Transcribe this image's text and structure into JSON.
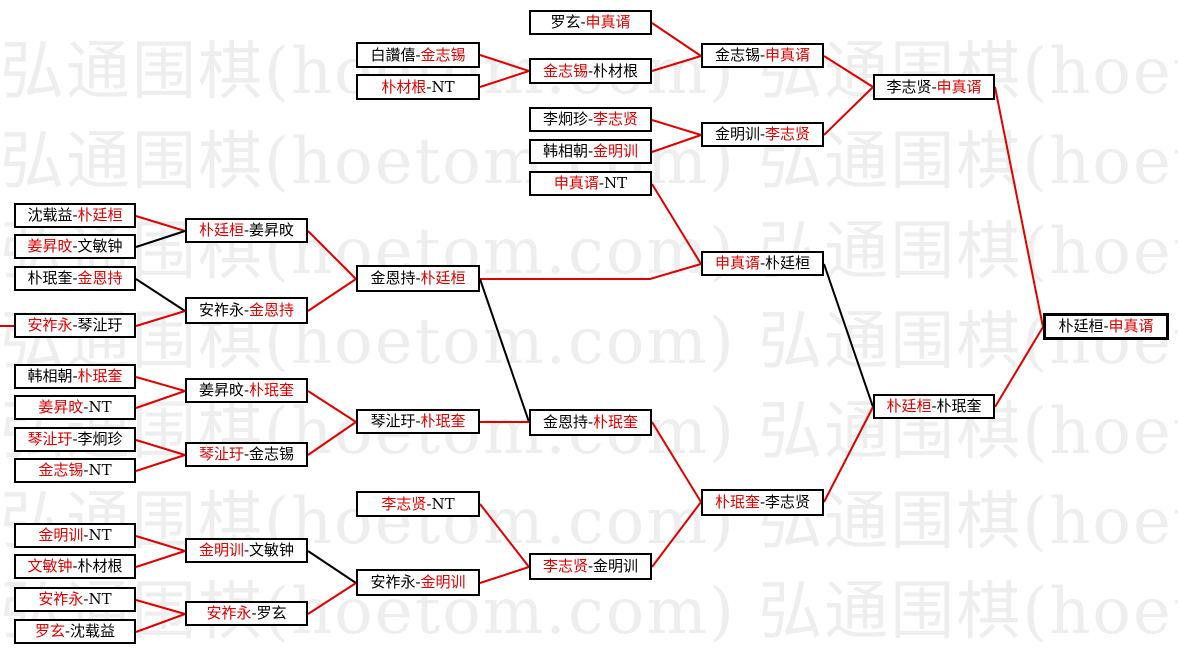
{
  "watermark": "弘通围棋(hoetom.com) 弘通围棋(hoetom.",
  "colors": {
    "winner": "#e00000",
    "other": "#000000",
    "line_red": "#e00000",
    "line_black": "#000000"
  },
  "matches": [
    {
      "id": "m1",
      "a": "沈载益",
      "b": "朴廷桓",
      "winner": "b"
    },
    {
      "id": "m2",
      "a": "姜昇旼",
      "b": "文敏钟",
      "winner": "a"
    },
    {
      "id": "m3",
      "a": "朴珉奎",
      "b": "金恩持",
      "winner": "b"
    },
    {
      "id": "m4",
      "a": "安祚永",
      "b": "琴沚玗",
      "winner": "a"
    },
    {
      "id": "m5",
      "a": "韩相朝",
      "b": "朴珉奎",
      "winner": "b"
    },
    {
      "id": "m6",
      "a": "姜昇旼",
      "b": "NT",
      "winner": "a"
    },
    {
      "id": "m7",
      "a": "琴沚玗",
      "b": "李炯珍",
      "winner": "a"
    },
    {
      "id": "m8",
      "a": "金志锡",
      "b": "NT",
      "winner": "a"
    },
    {
      "id": "m9",
      "a": "金明训",
      "b": "NT",
      "winner": "a"
    },
    {
      "id": "m10",
      "a": "文敏钟",
      "b": "朴材根",
      "winner": "a"
    },
    {
      "id": "m11",
      "a": "安祚永",
      "b": "NT",
      "winner": "a"
    },
    {
      "id": "m12",
      "a": "罗玄",
      "b": "沈载益",
      "winner": "a"
    },
    {
      "id": "m13",
      "a": "朴廷桓",
      "b": "姜昇旼",
      "winner": "a"
    },
    {
      "id": "m14",
      "a": "安祚永",
      "b": "金恩持",
      "winner": "b"
    },
    {
      "id": "m15",
      "a": "姜昇旼",
      "b": "朴珉奎",
      "winner": "b"
    },
    {
      "id": "m16",
      "a": "琴沚玗",
      "b": "金志锡",
      "winner": "a"
    },
    {
      "id": "m17",
      "a": "金明训",
      "b": "文敏钟",
      "winner": "a"
    },
    {
      "id": "m18",
      "a": "安祚永",
      "b": "罗玄",
      "winner": "a"
    },
    {
      "id": "m19",
      "a": "金恩持",
      "b": "朴廷桓",
      "winner": "b"
    },
    {
      "id": "m20",
      "a": "琴沚玗",
      "b": "朴珉奎",
      "winner": "b"
    },
    {
      "id": "m21",
      "a": "安祚永",
      "b": "金明训",
      "winner": "b"
    },
    {
      "id": "m22",
      "a": "罗玄",
      "b": "申真谞",
      "winner": "b"
    },
    {
      "id": "m23",
      "a": "白讚僖",
      "b": "金志锡",
      "winner": "b"
    },
    {
      "id": "m24",
      "a": "朴材根",
      "b": "NT",
      "winner": "a"
    },
    {
      "id": "m25",
      "a": "李炯珍",
      "b": "李志贤",
      "winner": "b"
    },
    {
      "id": "m26",
      "a": "韩相朝",
      "b": "金明训",
      "winner": "b"
    },
    {
      "id": "m27",
      "a": "申真谞",
      "b": "NT",
      "winner": "a"
    },
    {
      "id": "m28",
      "a": "李志贤",
      "b": "NT",
      "winner": "a"
    },
    {
      "id": "m29",
      "a": "金志锡",
      "b": "朴材根",
      "winner": "a"
    },
    {
      "id": "m30",
      "a": "金恩持",
      "b": "朴珉奎",
      "winner": "b"
    },
    {
      "id": "m31",
      "a": "李志贤",
      "b": "金明训",
      "winner": "a"
    },
    {
      "id": "m32",
      "a": "金志锡",
      "b": "申真谞",
      "winner": "b"
    },
    {
      "id": "m33",
      "a": "金明训",
      "b": "李志贤",
      "winner": "b"
    },
    {
      "id": "m34",
      "a": "申真谞",
      "b": "朴廷桓",
      "winner": "a"
    },
    {
      "id": "m35",
      "a": "朴珉奎",
      "b": "李志贤",
      "winner": "a"
    },
    {
      "id": "m36",
      "a": "李志贤",
      "b": "申真谞",
      "winner": "b"
    },
    {
      "id": "m37",
      "a": "朴廷桓",
      "b": "朴珉奎",
      "winner": "a"
    },
    {
      "id": "m38",
      "a": "朴廷桓",
      "b": "申真谞",
      "winner": "b"
    }
  ]
}
